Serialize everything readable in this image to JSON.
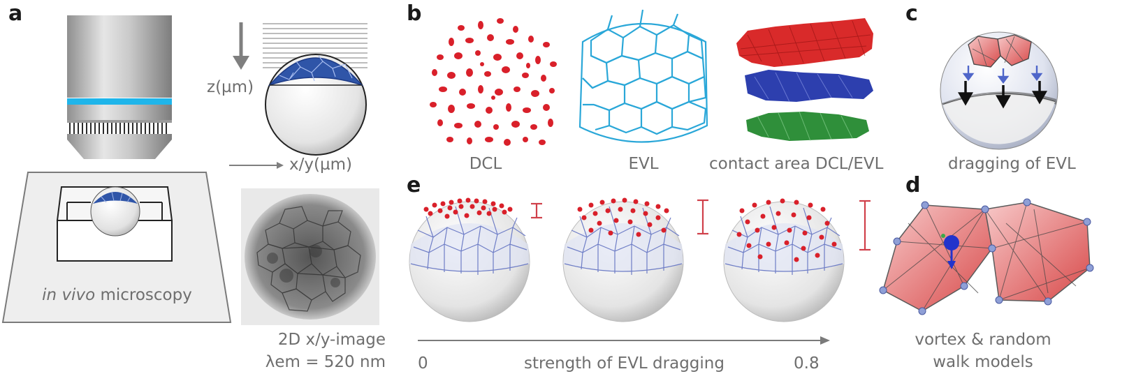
{
  "panels": {
    "a": {
      "letter": "a",
      "caption_italic": "in vivo",
      "caption_rest": " microscopy",
      "z_label": "z(µm)",
      "xy_label": "x/y(µm)",
      "image_caption_line1": "2D x/y-image",
      "image_caption_line2": "λem = 520 nm"
    },
    "b": {
      "letter": "b",
      "labels": [
        "DCL",
        "EVL",
        "contact area DCL/EVL"
      ]
    },
    "c": {
      "letter": "c",
      "label": "dragging of EVL"
    },
    "d": {
      "letter": "d",
      "caption_line1": "vortex & random",
      "caption_line2": "walk models"
    },
    "e": {
      "letter": "e",
      "axis_start": "0",
      "axis_label": "strength of EVL dragging",
      "axis_end": "0.8"
    }
  },
  "colors": {
    "cell_red": "#d9202a",
    "evl_blue": "#2aa7d8",
    "cap_blue": "#2f55a8",
    "contact_red": "#d92a2a",
    "contact_blue": "#2d3fae",
    "contact_green": "#2f8f3a",
    "objective_band": "#1fb5ea"
  }
}
